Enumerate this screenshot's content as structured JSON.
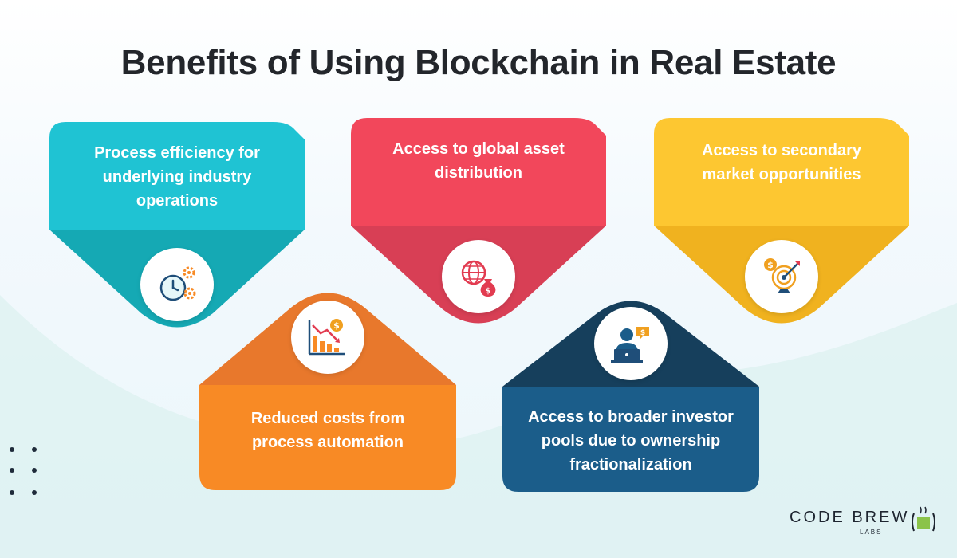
{
  "title": "Benefits of Using Blockchain in Real Estate",
  "cards": [
    {
      "text": "Process efficiency for underlying industry operations",
      "icon": "clock-gears-icon",
      "color": "#1fc3d3",
      "dark": "#15a9b4"
    },
    {
      "text": "Access to global asset distribution",
      "icon": "globe-money-bag-icon",
      "color": "#f2475b",
      "dark": "#d83f55"
    },
    {
      "text": "Access to secondary market opportunities",
      "icon": "dollar-target-icon",
      "color": "#fdc731",
      "dark": "#f0b21f"
    },
    {
      "text": "Reduced costs from process automation",
      "icon": "decreasing-chart-icon",
      "color": "#f88a25",
      "dark": "#e8782c"
    },
    {
      "text": "Access to broader investor pools due to ownership fractionalization",
      "icon": "investor-laptop-icon",
      "color": "#1b5d8a",
      "dark": "#163f5c"
    }
  ],
  "logo": {
    "text": "CODE BREW",
    "subtext": "LABS"
  }
}
